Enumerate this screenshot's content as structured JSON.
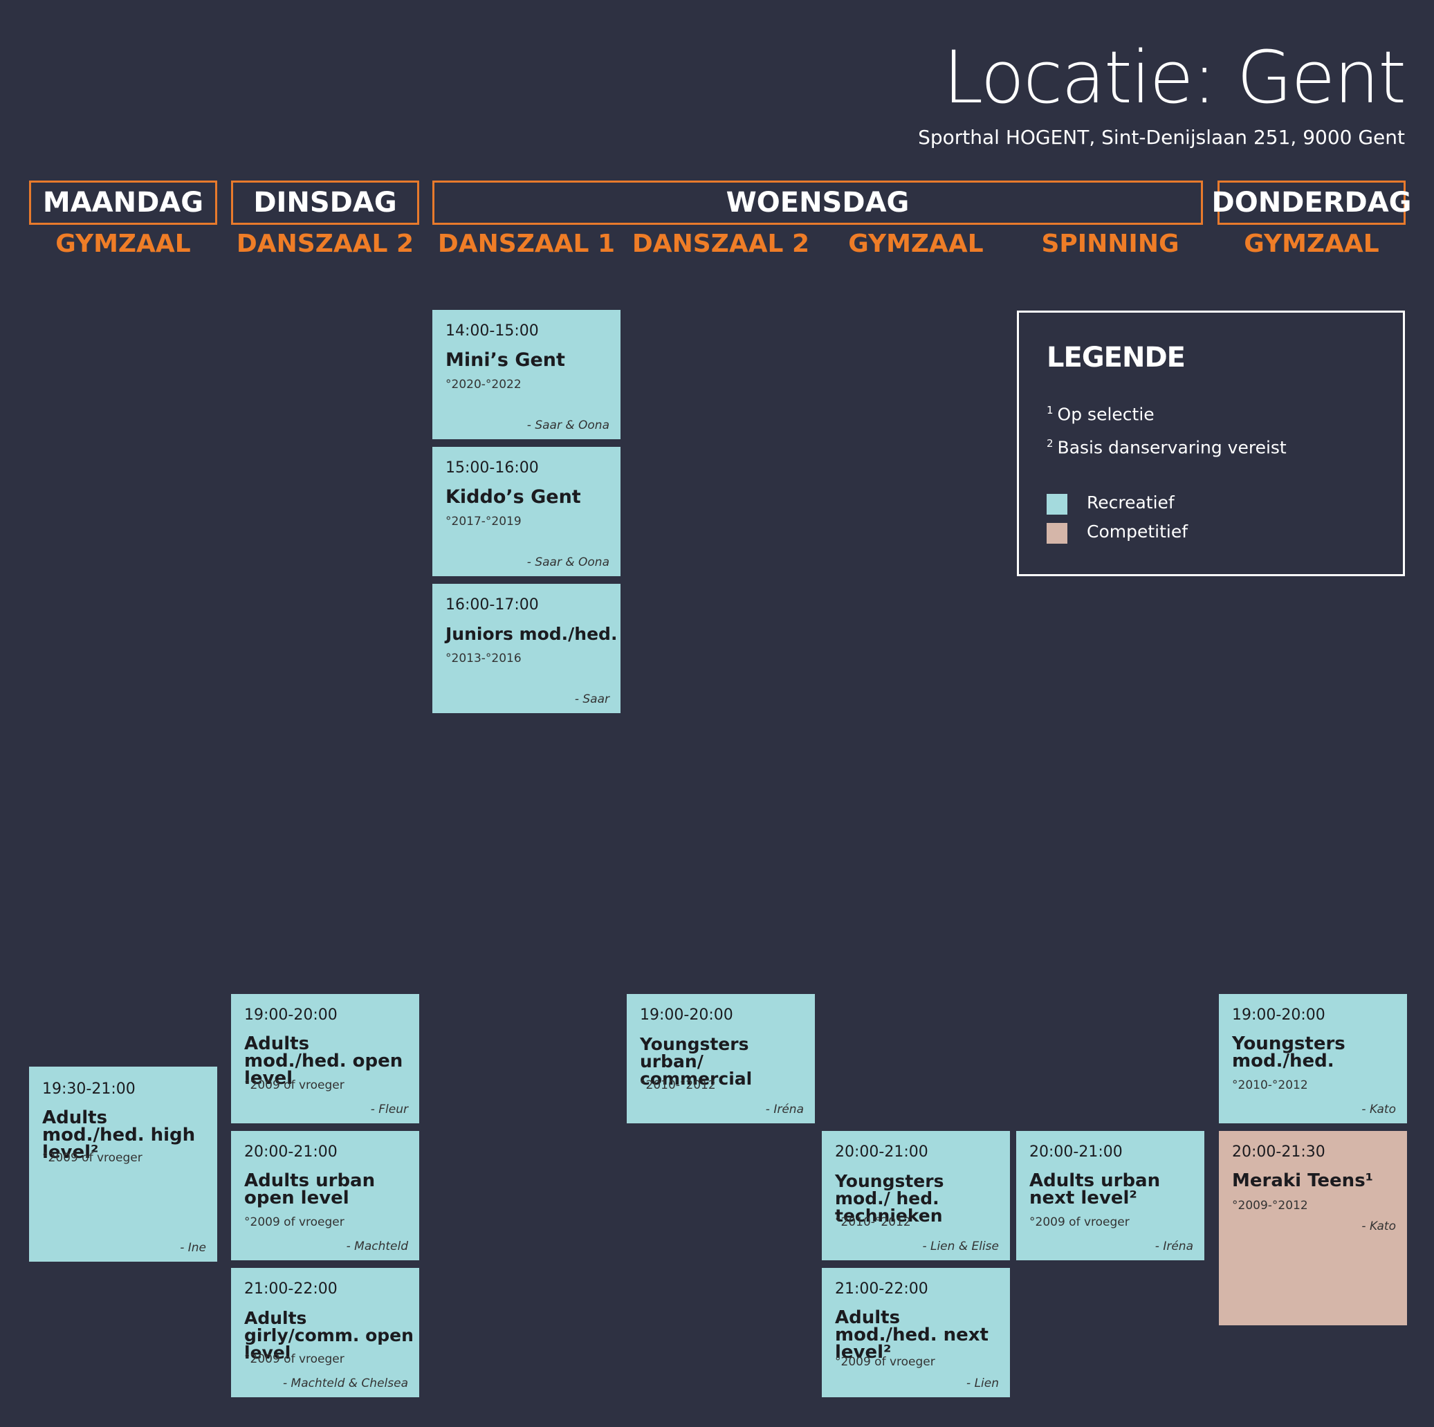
{
  "header": {
    "title": "Locatie: Gent",
    "address": "Sporthal HOGENT, Sint-Denijslaan 251, 9000 Gent"
  },
  "days": {
    "mon": "MAANDAG",
    "tue": "DINSDAG",
    "wed": "WOENSDAG",
    "thu": "DONDERDAG"
  },
  "rooms": {
    "mon": "GYMZAAL",
    "tue": "DANSZAAL 2",
    "wed1": "DANSZAAL 1",
    "wed2": "DANSZAAL 2",
    "wed3": "GYMZAAL",
    "wed4": "SPINNING",
    "thu": "GYMZAAL"
  },
  "legend": {
    "title": "LEGENDE",
    "note1_mark": "1",
    "note1": "Op selectie",
    "note2_mark": "2",
    "note2": "Basis danservaring vereist",
    "rec_label": "Recreatief",
    "comp_label": "Competitief",
    "rec_color": "#a4dadd",
    "comp_color": "#d5b6a9"
  },
  "classes": {
    "minis": {
      "time": "14:00-15:00",
      "name": "Mini’s Gent",
      "years": "°2020-°2022",
      "coach": "- Saar & Oona"
    },
    "kiddos": {
      "time": "15:00-16:00",
      "name": "Kiddo’s Gent",
      "years": "°2017-°2019",
      "coach": "- Saar & Oona"
    },
    "juniors": {
      "time": "16:00-17:00",
      "name": "Juniors mod./hed.",
      "years": "°2013-°2016",
      "coach": "- Saar"
    },
    "mon_adults": {
      "time": "19:30-21:00",
      "name": "Adults mod./hed. high level²",
      "years": "°2009 of vroeger",
      "coach": "- Ine"
    },
    "tue_adults_mod": {
      "time": "19:00-20:00",
      "name": "Adults mod./hed. open level",
      "years": "°2009 of vroeger",
      "coach": "- Fleur"
    },
    "tue_adults_urban": {
      "time": "20:00-21:00",
      "name": "Adults urban open level",
      "years": "°2009 of vroeger",
      "coach": "- Machteld"
    },
    "tue_adults_girly": {
      "time": "21:00-22:00",
      "name": "Adults girly/comm. open level",
      "years": "°2009 of vroeger",
      "coach": "- Machteld & Chelsea"
    },
    "wed_youngsters_urban": {
      "time": "19:00-20:00",
      "name": "Youngsters urban/ commercial",
      "years": "°2010-°2012",
      "coach": "- Iréna"
    },
    "wed_youngsters_tech": {
      "time": "20:00-21:00",
      "name": "Youngsters mod./ hed. technieken",
      "years": "°2010-°2012",
      "coach": "- Lien & Elise"
    },
    "wed_adults_mod": {
      "time": "21:00-22:00",
      "name": "Adults mod./hed. next level²",
      "years": "°2009 of vroeger",
      "coach": "- Lien"
    },
    "wed_adults_urban": {
      "time": "20:00-21:00",
      "name": "Adults urban next level²",
      "years": "°2009 of vroeger",
      "coach": "- Iréna"
    },
    "thu_youngsters": {
      "time": "19:00-20:00",
      "name": "Youngsters mod./hed.",
      "years": "°2010-°2012",
      "coach": "- Kato"
    },
    "thu_meraki": {
      "time": "20:00-21:30",
      "name": "Meraki Teens¹",
      "years": "°2009-°2012",
      "coach": "- Kato",
      "level": "Competitief"
    }
  }
}
